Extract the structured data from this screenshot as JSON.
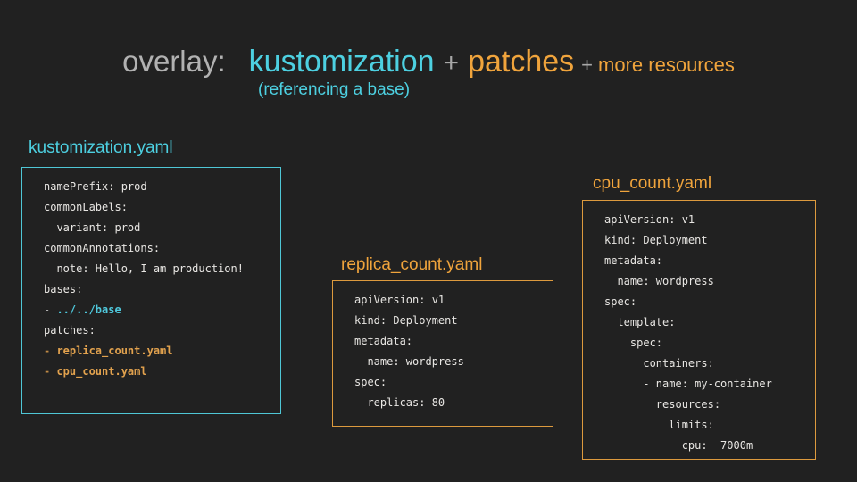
{
  "title": {
    "overlay": "overlay:",
    "kustomization": "kustomization",
    "plus1": "+",
    "patches": "patches",
    "plus2": "+",
    "more_resources": "more resources",
    "subtitle": "(referencing a base)"
  },
  "colors": {
    "background": "#212121",
    "title_gray": "#b2b2b2",
    "cyan_accent": "#4dd0e1",
    "orange_accent": "#f0a43c",
    "code_text": "#e8e6e3",
    "code_cyan": "#4fc9dd",
    "code_orange": "#e2a24e",
    "border_cyan": "#4fc7d6",
    "border_orange": "#dd9a3e"
  },
  "panels": {
    "kustomization": {
      "label": "kustomization.yaml",
      "lines": [
        [
          "namePrefix: prod-"
        ],
        [
          "commonLabels:"
        ],
        [
          "  variant: prod"
        ],
        [
          "commonAnnotations:"
        ],
        [
          "  note: Hello, I am production!"
        ],
        [
          "bases:"
        ],
        [
          "- ",
          "../../base"
        ],
        [
          "patches:"
        ],
        [
          "- ",
          "replica_count.yaml"
        ],
        [
          "- ",
          "cpu_count.yaml"
        ]
      ]
    },
    "replica_count": {
      "label": "replica_count.yaml",
      "lines": [
        [
          "apiVersion: v1"
        ],
        [
          "kind: Deployment"
        ],
        [
          "metadata:"
        ],
        [
          "  name: wordpress"
        ],
        [
          "spec:"
        ],
        [
          "  replicas: 80"
        ]
      ]
    },
    "cpu_count": {
      "label": "cpu_count.yaml",
      "lines": [
        [
          "apiVersion: v1"
        ],
        [
          "kind: Deployment"
        ],
        [
          "metadata:"
        ],
        [
          "  name: wordpress"
        ],
        [
          "spec:"
        ],
        [
          "  template:"
        ],
        [
          "    spec:"
        ],
        [
          "      containers:"
        ],
        [
          "      - name: my-container"
        ],
        [
          "        resources:"
        ],
        [
          "          limits:"
        ],
        [
          "            cpu:  7000m"
        ]
      ]
    }
  }
}
